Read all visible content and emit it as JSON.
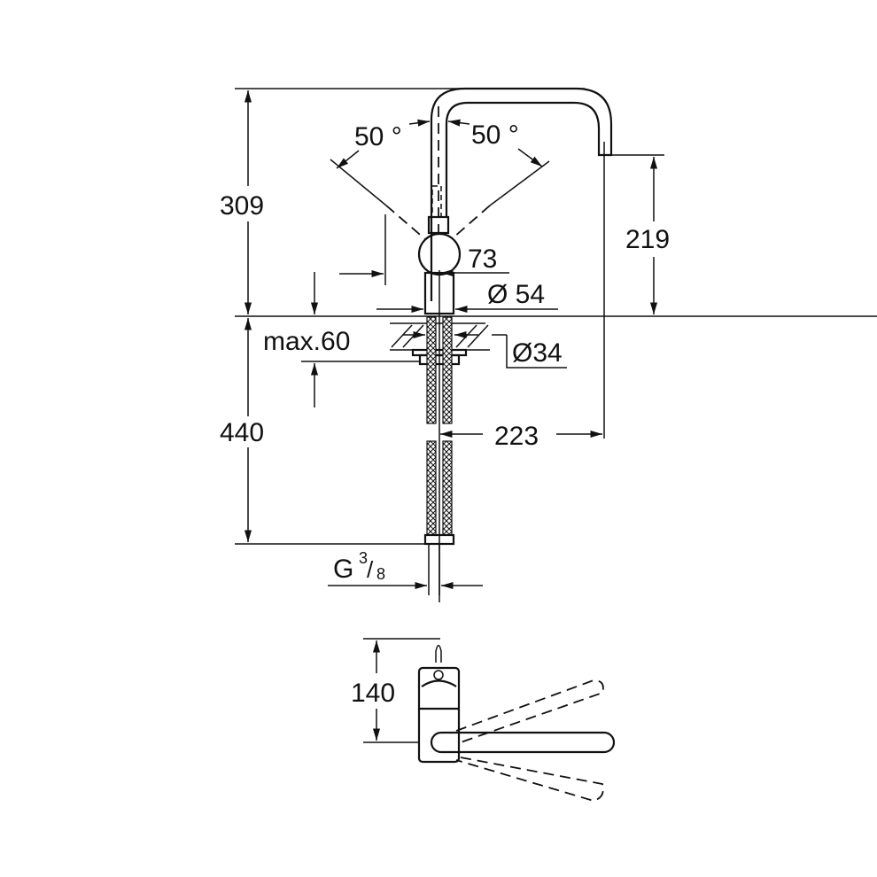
{
  "drawing": {
    "subject": "single-lever kitchen faucet with U-spout",
    "side_view": {
      "dimensions": {
        "overall_height": "309",
        "spout_outlet_height": "219",
        "lever_angle_left": "50 °",
        "lever_angle_right": "50 °",
        "lever_offset": "73",
        "body_diameter": "Ø 54",
        "mounting_hole_diameter": "Ø34",
        "max_counter_thickness": "max.60",
        "hose_length": "440",
        "spout_reach": "223",
        "connection_thread_prefix": "G",
        "connection_thread_num": "3",
        "connection_thread_den": "8"
      }
    },
    "top_view": {
      "dimensions": {
        "lever_depth": "140"
      }
    },
    "colors": {
      "line": "#111111",
      "background": "#ffffff"
    }
  }
}
